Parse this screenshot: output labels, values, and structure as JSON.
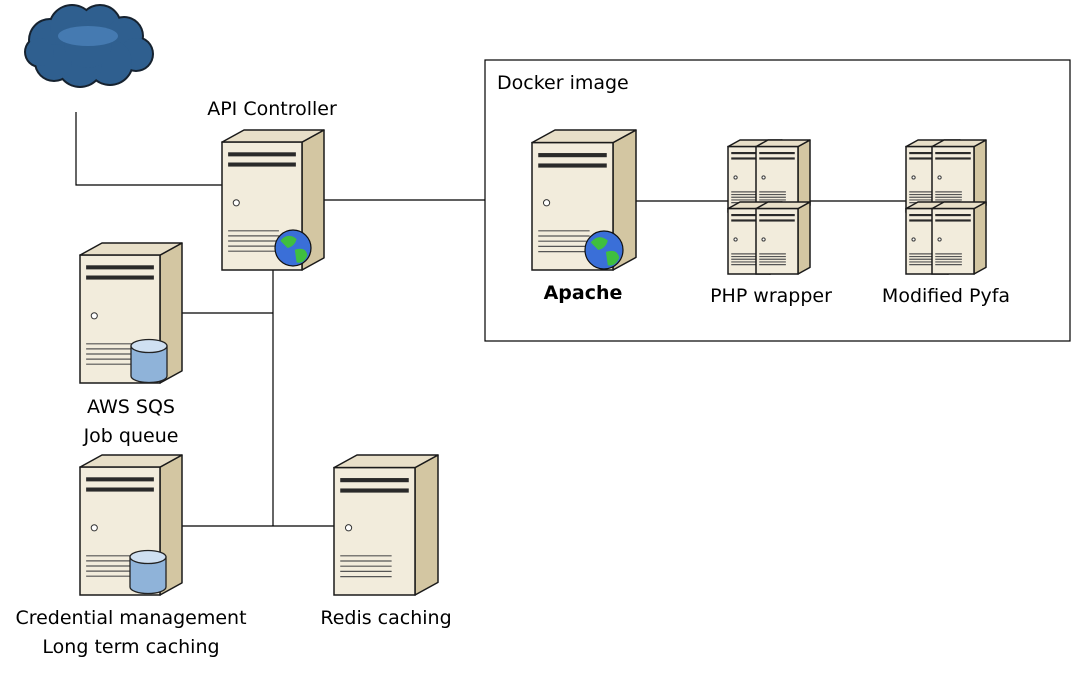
{
  "colors": {
    "line": "#000000",
    "server_front": "#f2ecdc",
    "server_side": "#d3c6a2",
    "server_top": "#e8dfc8",
    "server_stroke": "#1a1a1a",
    "cloud": "#2f5f8f",
    "cloud_dark": "#16222f",
    "cylinder": "#8fb3d9",
    "globe_sea": "#3a6fd8",
    "globe_land": "#3fbf3f"
  },
  "labels": {
    "api_controller": "API Controller",
    "docker_image": "Docker image",
    "apache": "Apache",
    "php_wrapper": "PHP wrapper",
    "modified_pyfa": "Modified Pyfa",
    "aws_sqs_line1": "AWS SQS",
    "aws_sqs_line2": "Job queue",
    "credential_line1": "Credential management",
    "credential_line2": "Long term caching",
    "redis": "Redis caching"
  },
  "icons": {
    "internet": "cloud-icon",
    "api_controller": "web-server-icon",
    "apache": "web-server-icon",
    "php_wrapper": "server-cluster-icon",
    "modified_pyfa": "server-cluster-icon",
    "aws_sqs": "database-server-icon",
    "credential": "database-server-icon",
    "redis": "server-icon"
  }
}
